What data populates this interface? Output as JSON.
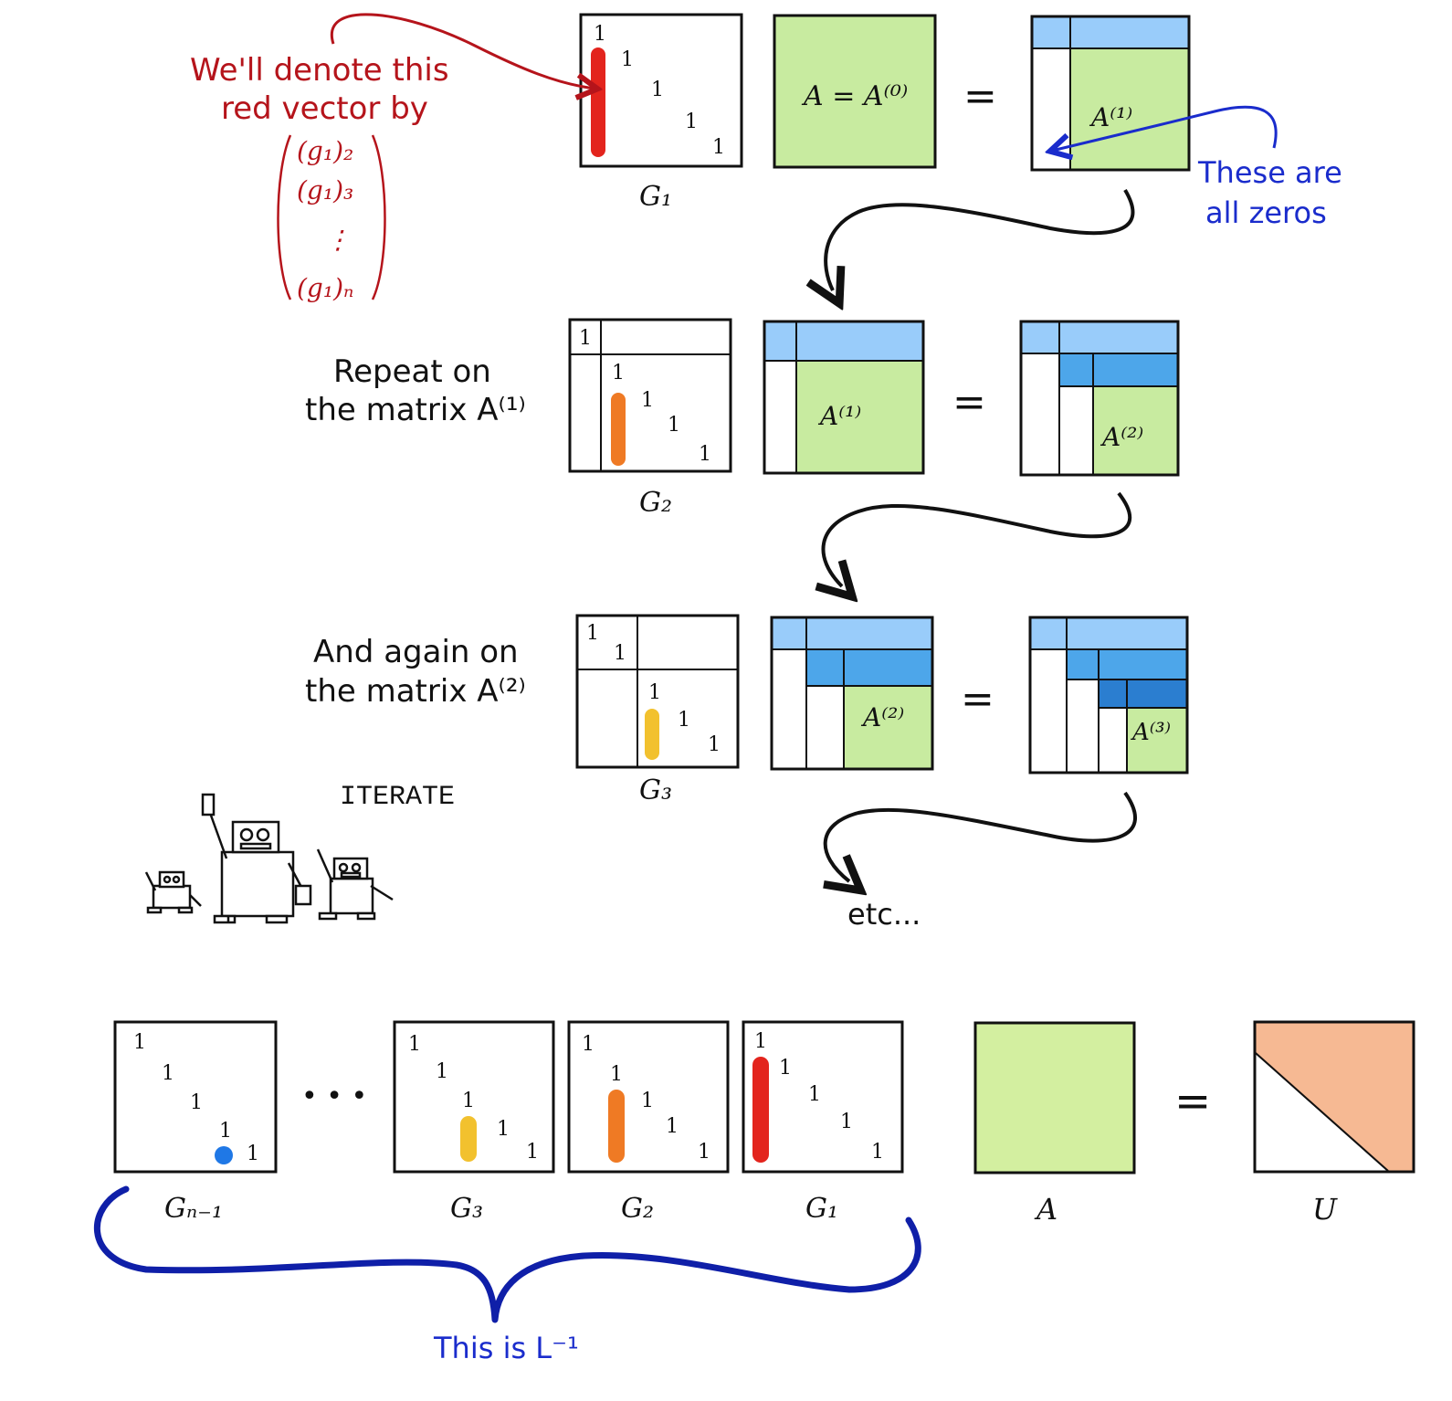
{
  "annotations": {
    "red_note_line1": "We'll denote this",
    "red_note_line2": "red vector by",
    "red_vec": [
      "(g₁)₂",
      "(g₁)₃",
      "⋮",
      "(g₁)ₙ"
    ],
    "zeros_line1": "These are",
    "zeros_line2": "all zeros",
    "repeat_line1": "Repeat on",
    "repeat_line2": "the matrix A⁽¹⁾",
    "again_line1": "And again on",
    "again_line2": "the matrix A⁽²⁾",
    "iterate": "ITERATE",
    "etc": "etc...",
    "this_is": "This is L⁻¹",
    "dots": "• • •"
  },
  "labels": {
    "G1": "G₁",
    "G2": "G₂",
    "G3": "G₃",
    "Gn1": "Gₙ₋₁",
    "A": "A",
    "U": "U",
    "A0": "A = A⁽⁰⁾",
    "A1": "A⁽¹⁾",
    "A2": "A⁽²⁾",
    "A3": "A⁽³⁾",
    "equals": "=",
    "one": "1"
  },
  "colors": {
    "green": "#c8eba0",
    "blue_light": "#99ccfa",
    "blue_mid": "#4da6ea",
    "blue_dark": "#2b7ed0",
    "red": "#e3241d",
    "orange": "#ef7a24",
    "yellow": "#f2c12e",
    "salmon": "#f6b993",
    "dot_blue": "#1f78e6",
    "annotation_red": "#b5141b",
    "annotation_blue": "#1a2ccc",
    "brace_blue": "#0f1fa8"
  }
}
